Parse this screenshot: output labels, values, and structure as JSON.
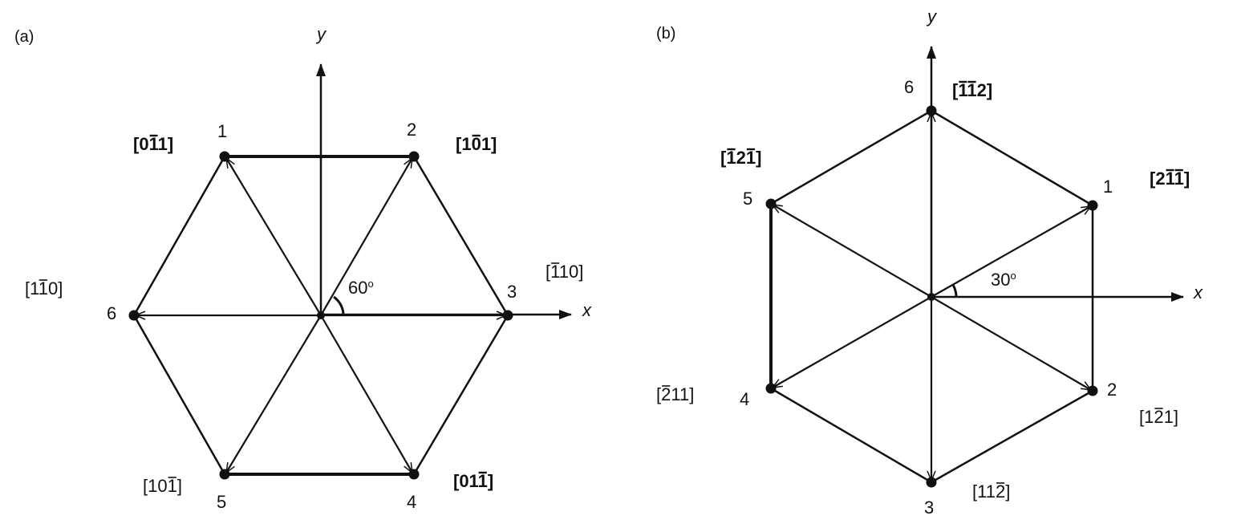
{
  "panel_a": {
    "label": "(a)",
    "axis_x": "x",
    "axis_y": "y",
    "angle_value": "60",
    "angle_unit": "o",
    "vertex_numbers": [
      "1",
      "2",
      "3",
      "4",
      "5",
      "6"
    ],
    "directions": [
      {
        "vertex": "1",
        "bold": true,
        "parts": [
          {
            "t": "[0"
          },
          {
            "t": "1",
            "bar": true
          },
          {
            "t": "1"
          },
          {
            "t": "]"
          }
        ]
      },
      {
        "vertex": "2",
        "bold": true,
        "parts": [
          {
            "t": "[1"
          },
          {
            "t": "0",
            "bar": true
          },
          {
            "t": "1]"
          }
        ]
      },
      {
        "vertex": "3",
        "bold": false,
        "parts": [
          {
            "t": "["
          },
          {
            "t": "1",
            "bar": true
          },
          {
            "t": "10]"
          }
        ]
      },
      {
        "vertex": "4",
        "bold": true,
        "parts": [
          {
            "t": "[01"
          },
          {
            "t": "1",
            "bar": true
          },
          {
            "t": "]"
          }
        ]
      },
      {
        "vertex": "5",
        "bold": false,
        "parts": [
          {
            "t": "[10"
          },
          {
            "t": "1",
            "bar": true
          },
          {
            "t": "]"
          }
        ]
      },
      {
        "vertex": "6",
        "bold": false,
        "parts": [
          {
            "t": "[1"
          },
          {
            "t": "1",
            "bar": true
          },
          {
            "t": "0]"
          }
        ]
      }
    ]
  },
  "panel_b": {
    "label": "(b)",
    "axis_x": "x",
    "axis_y": "y",
    "angle_value": "30",
    "angle_unit": "o",
    "vertex_numbers": [
      "1",
      "2",
      "3",
      "4",
      "5",
      "6"
    ],
    "directions": [
      {
        "vertex": "1",
        "bold": true,
        "parts": [
          {
            "t": "[2"
          },
          {
            "t": "1",
            "bar": true
          },
          {
            "t": "1",
            "bar": true
          },
          {
            "t": "]"
          }
        ]
      },
      {
        "vertex": "2",
        "bold": false,
        "parts": [
          {
            "t": "[1"
          },
          {
            "t": "2",
            "bar": true
          },
          {
            "t": "1]"
          }
        ]
      },
      {
        "vertex": "3",
        "bold": false,
        "parts": [
          {
            "t": "[11"
          },
          {
            "t": "2",
            "bar": true
          },
          {
            "t": "]"
          }
        ]
      },
      {
        "vertex": "4",
        "bold": false,
        "parts": [
          {
            "t": "["
          },
          {
            "t": "2",
            "bar": true
          },
          {
            "t": "11]"
          }
        ]
      },
      {
        "vertex": "5",
        "bold": true,
        "parts": [
          {
            "t": "["
          },
          {
            "t": "1",
            "bar": true
          },
          {
            "t": "2"
          },
          {
            "t": "1",
            "bar": true
          },
          {
            "t": "]"
          }
        ]
      },
      {
        "vertex": "6",
        "bold": true,
        "parts": [
          {
            "t": "["
          },
          {
            "t": "1",
            "bar": true
          },
          {
            "t": "1",
            "bar": true
          },
          {
            "t": "2]"
          }
        ]
      }
    ]
  }
}
